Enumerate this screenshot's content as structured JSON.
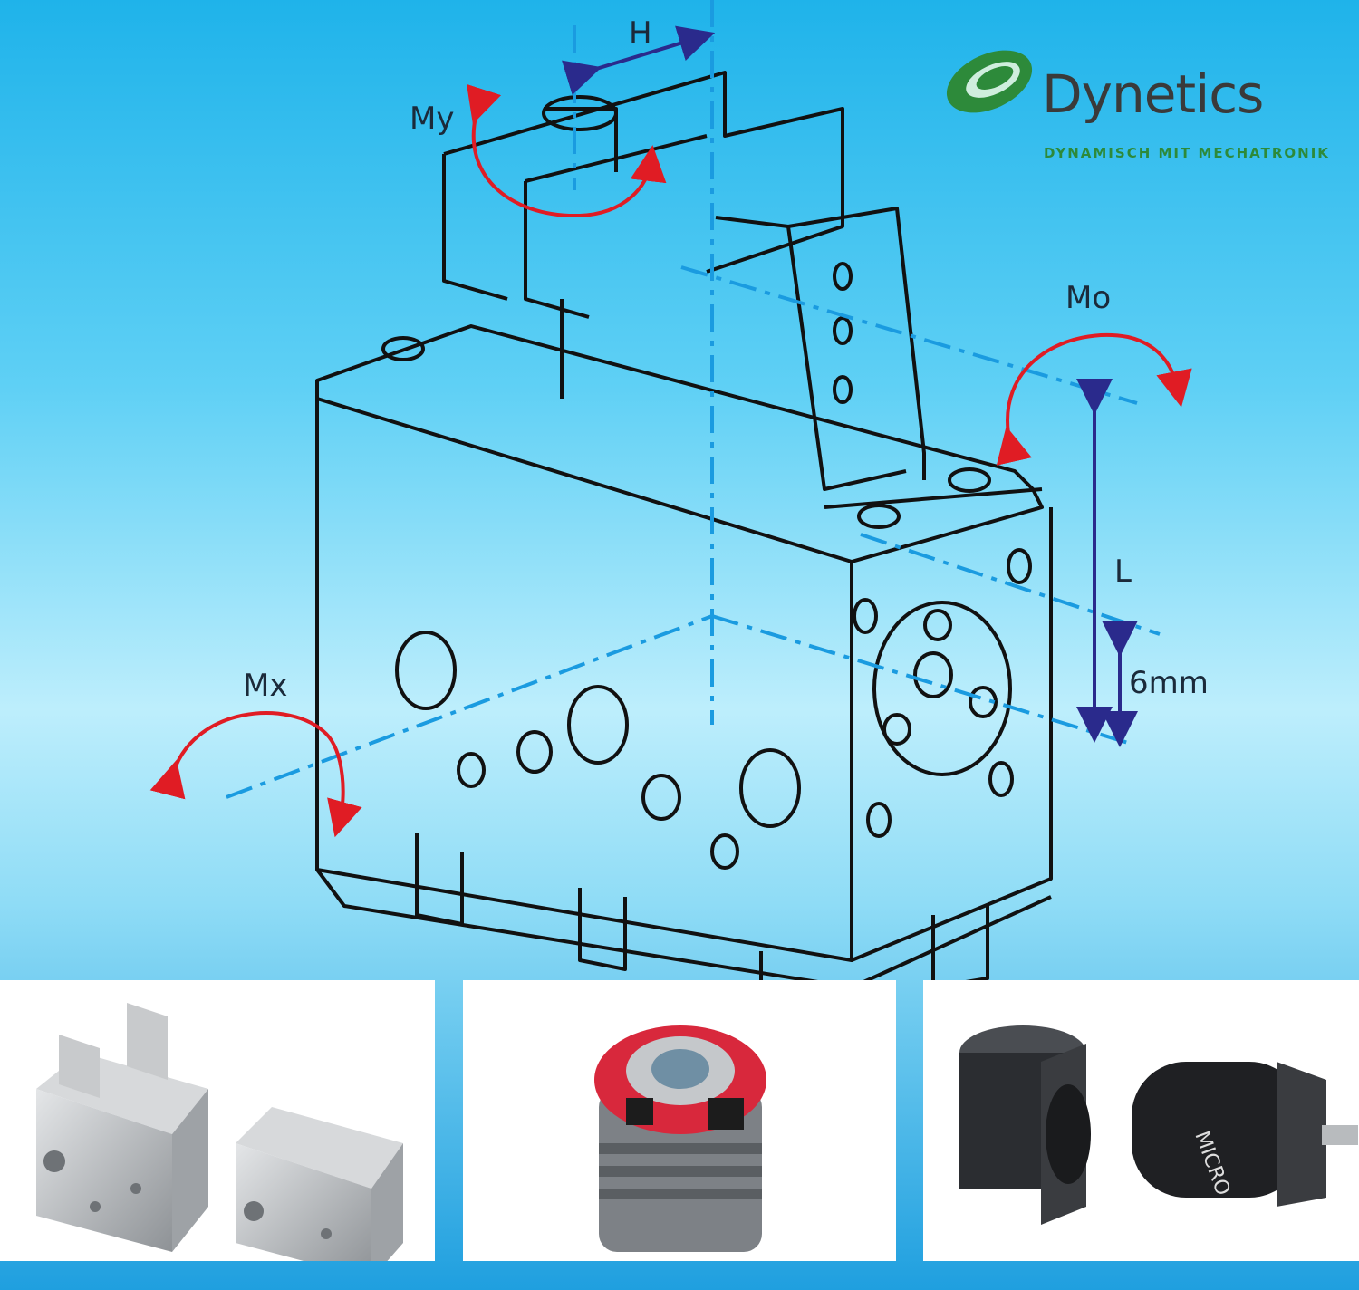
{
  "diagram": {
    "labels": {
      "h": "H",
      "my": "My",
      "mo": "Mo",
      "mx": "Mx",
      "l": "L",
      "offset": "6mm"
    }
  },
  "brand": {
    "name": "Dynetics",
    "tagline": "DYNAMISCH MIT MECHATRONIK"
  },
  "colors": {
    "moment_arrow": "#e01c24",
    "dimension_arrow": "#2a2a8c",
    "axis_line": "#1a9be0",
    "logo_green": "#2d8a3a"
  }
}
